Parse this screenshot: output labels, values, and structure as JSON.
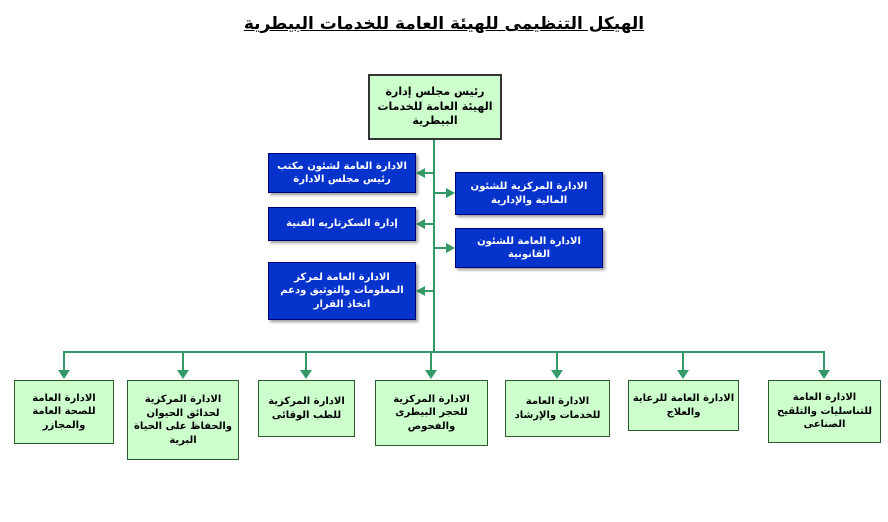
{
  "title": "الهيكل التنظيمى للهيئة العامة للخدمات البيطرية",
  "root": {
    "label": "رئيس مجلس إدارة الهيئة العامة للخدمات البيطرية"
  },
  "left_branches": [
    {
      "label": "الادارة العامة لشئون مكتب رئيس مجلس الادارة"
    },
    {
      "label": "إدارة السكرتاريه الفنية"
    },
    {
      "label": "الادارة العامة لمركز المعلومات والتوثيق ودعم اتخاذ القرار"
    }
  ],
  "right_branches": [
    {
      "label": "الادارة المركزية للشئون المالية والإدارية"
    },
    {
      "label": "الادارة العامة للشئون القانونية"
    }
  ],
  "departments": [
    {
      "label": "الادارة العامة للصحة العامة والمجازر"
    },
    {
      "label": "الادارة المركزية لحدائق الحيوان والحفاظ على الحياة البرية"
    },
    {
      "label": "الادارة المركزية للطب الوقائى"
    },
    {
      "label": "الادارة المركزية للحجر البيطرى والفحوص"
    },
    {
      "label": "الادارة العامة للخدمات والإرشاد"
    },
    {
      "label": "الادارة العامة للرعاية والعلاج"
    },
    {
      "label": "الادارة العامة للتناسليات والتلقيح الصناعى"
    }
  ],
  "colors": {
    "light_green_box": "#ccffcc",
    "blue_box": "#0633cc",
    "connector": "#339966"
  }
}
